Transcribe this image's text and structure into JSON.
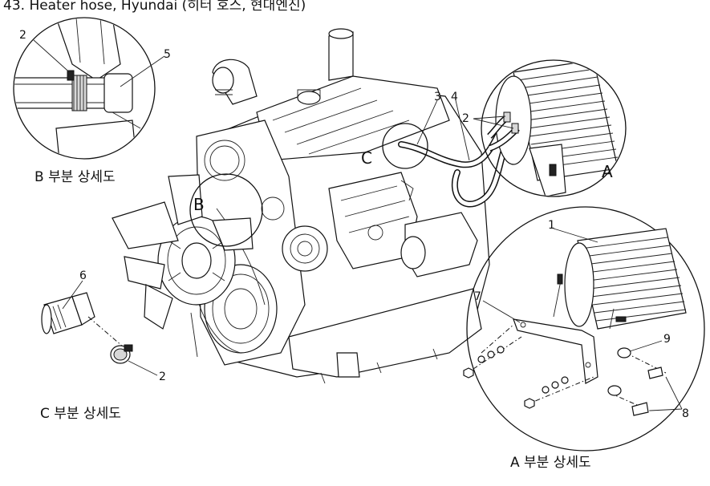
{
  "title": "43. Heater hose, Hyundai (히터 호스, 현대엔진)",
  "details": {
    "a_caption": "A 부분 상세도",
    "b_caption": "B 부분 상세도",
    "c_caption": "C 부분 상세도"
  },
  "callouts": {
    "a_marker": "A",
    "b_marker": "B",
    "c_marker": "C"
  },
  "parts": {
    "p1": "1",
    "p2_b": "2",
    "p2_c": "2",
    "p2_main": "2",
    "p3": "3",
    "p4": "4",
    "p5": "5",
    "p6": "6",
    "p7": "7",
    "p8": "8",
    "p9": "9"
  }
}
